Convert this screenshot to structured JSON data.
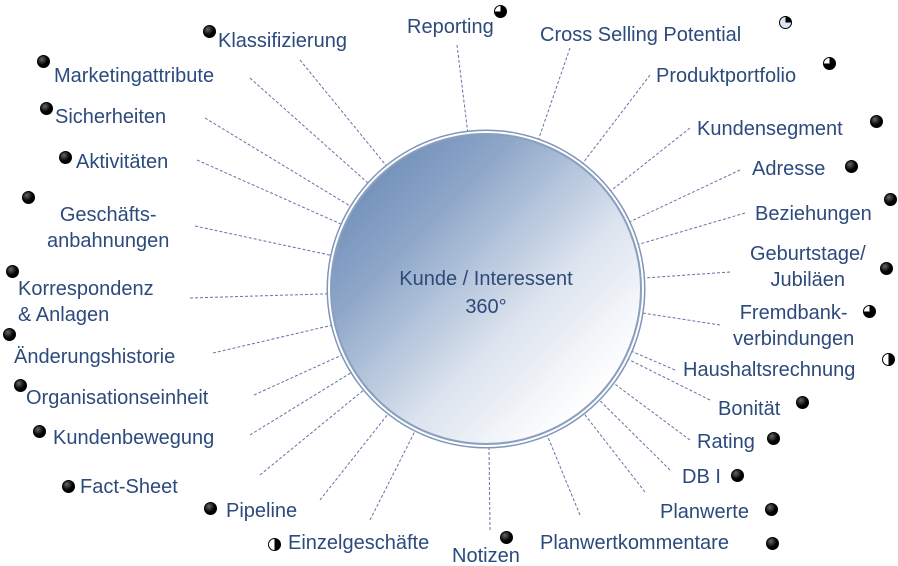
{
  "center": {
    "line1": "Kunde / Interessent",
    "line2": "360°"
  },
  "items": [
    {
      "label": "Klassifizierung",
      "status": "full"
    },
    {
      "label": "Marketingattribute",
      "status": "full"
    },
    {
      "label": "Sicherheiten",
      "status": "full"
    },
    {
      "label": "Aktivitäten",
      "status": "full"
    },
    {
      "label": "Geschäfts-\nanbahnungen",
      "status": "full"
    },
    {
      "label": "Korrespondenz\n& Anlagen",
      "status": "full"
    },
    {
      "label": "Änderungshistorie",
      "status": "full"
    },
    {
      "label": "Organisationseinheit",
      "status": "full"
    },
    {
      "label": "Kundenbewegung",
      "status": "full"
    },
    {
      "label": "Fact-Sheet",
      "status": "full"
    },
    {
      "label": "Pipeline",
      "status": "full"
    },
    {
      "label": "Einzelgeschäfte",
      "status": "half"
    },
    {
      "label": "Notizen",
      "status": "full"
    },
    {
      "label": "Planwertkommentare",
      "status": "full"
    },
    {
      "label": "Planwerte",
      "status": "full"
    },
    {
      "label": "DB I",
      "status": "full"
    },
    {
      "label": "Rating",
      "status": "full"
    },
    {
      "label": "Bonität",
      "status": "full"
    },
    {
      "label": "Haushaltsrechnung",
      "status": "half"
    },
    {
      "label": "Fremdbank-\nverbindungen",
      "status": "threequarter"
    },
    {
      "label": "Geburtstage/\nJubiläen",
      "status": "full"
    },
    {
      "label": "Beziehungen",
      "status": "full"
    },
    {
      "label": "Adresse",
      "status": "full"
    },
    {
      "label": "Kundensegment",
      "status": "full"
    },
    {
      "label": "Produktportfolio",
      "status": "threequarter"
    },
    {
      "label": "Cross Selling Potential",
      "status": "quarter"
    },
    {
      "label": "Reporting",
      "status": "threequarter"
    }
  ]
}
